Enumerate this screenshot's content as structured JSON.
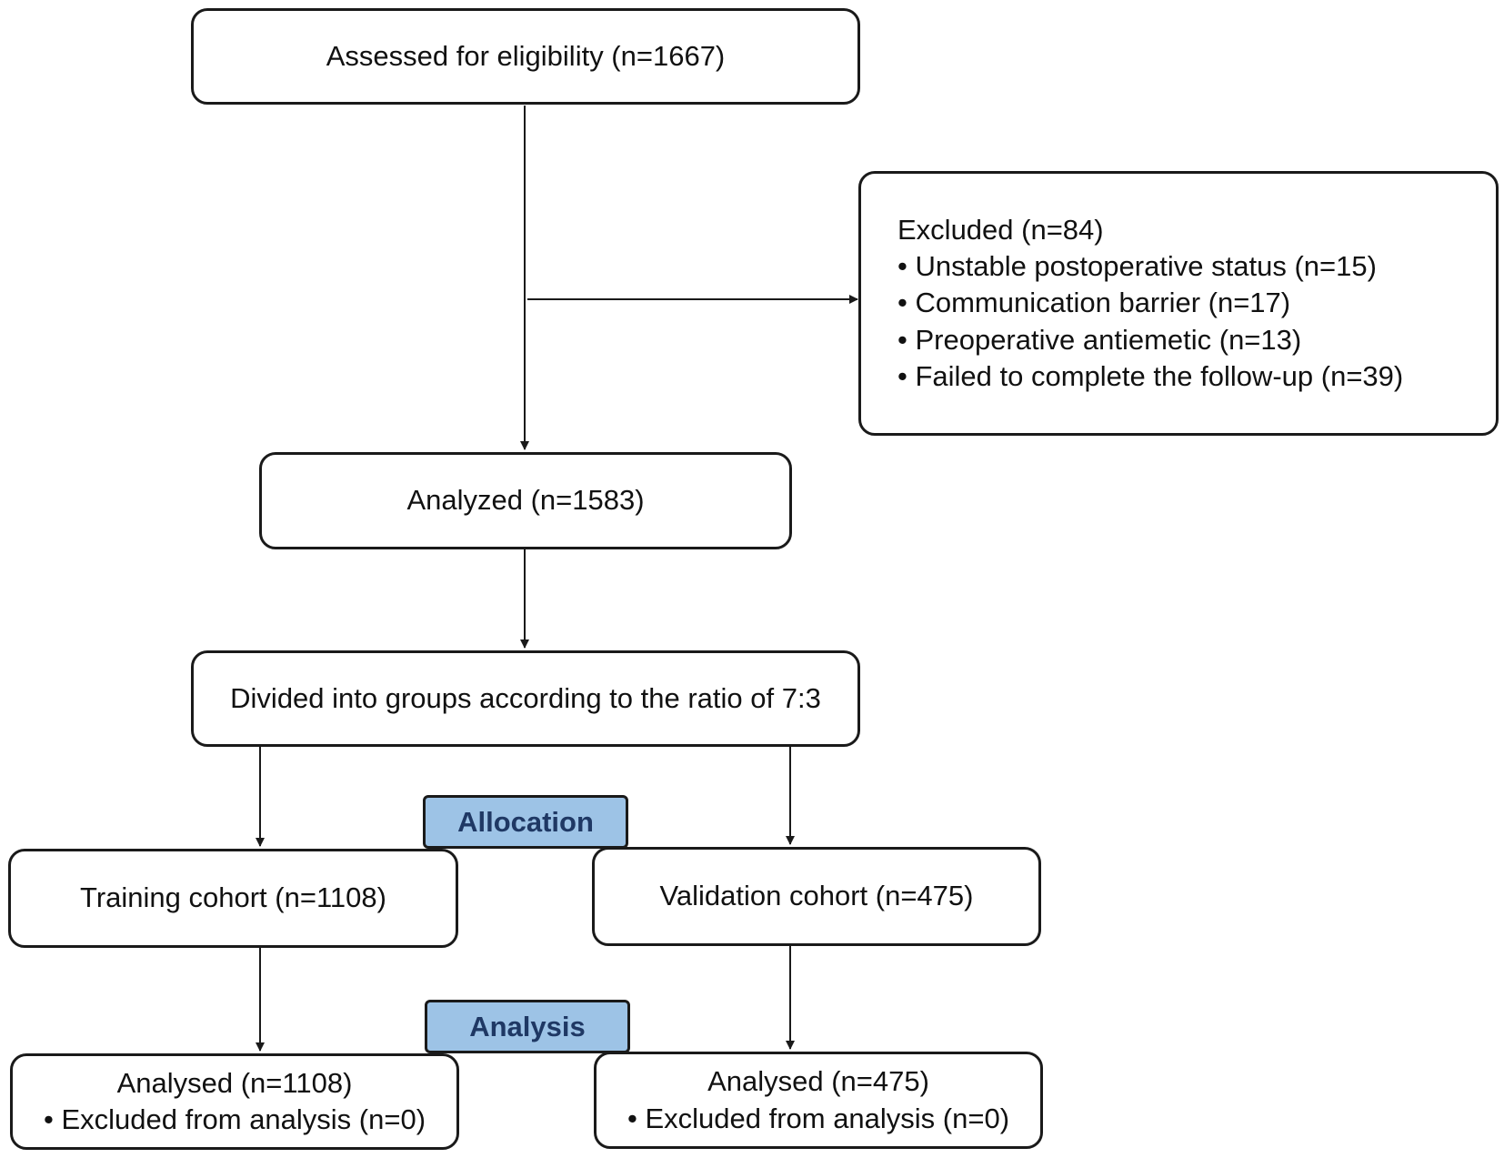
{
  "flow": {
    "assessed": "Assessed for eligibility (n=1667)",
    "excluded": {
      "title": "Excluded (n=84)",
      "items": [
        "Unstable postoperative status (n=15)",
        "Communication barrier (n=17)",
        "Preoperative antiemetic (n=13)",
        "Failed to complete the follow-up (n=39)"
      ]
    },
    "analyzed": "Analyzed (n=1583)",
    "divided": "Divided into groups according to the ratio of 7:3",
    "allocation_label": "Allocation",
    "training": "Training cohort (n=1108)",
    "validation": "Validation cohort (n=475)",
    "analysis_label": "Analysis",
    "training_analysed": {
      "title": "Analysed (n=1108)",
      "items": [
        "Excluded from analysis (n=0)"
      ]
    },
    "validation_analysed": {
      "title": "Analysed (n=475)",
      "items": [
        "Excluded from analysis (n=0)"
      ]
    }
  },
  "colors": {
    "stage_fill": "#9dc3e6",
    "stage_text": "#1f3864",
    "line": "#1a1a1a"
  }
}
